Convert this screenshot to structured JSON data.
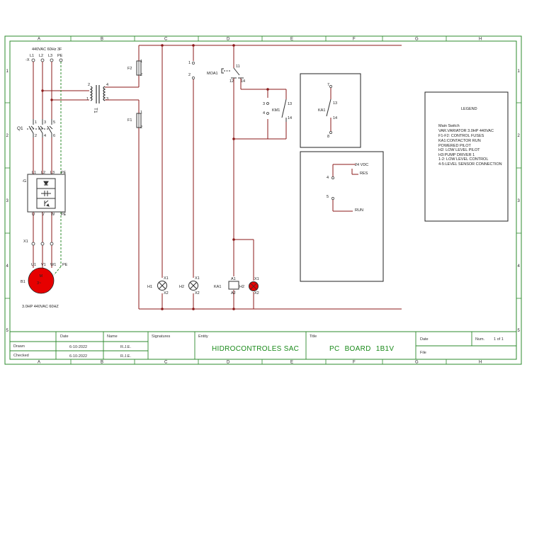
{
  "grid": {
    "columns": [
      "A",
      "B",
      "C",
      "D",
      "E",
      "F",
      "G",
      "H"
    ],
    "rows": [
      "1",
      "2",
      "3",
      "4",
      "5"
    ]
  },
  "supply": {
    "title": "440VAC 60Hz 3F",
    "terminal_x": "-X",
    "phases": [
      "L1",
      "L2",
      "L3",
      "PE"
    ]
  },
  "transformer": {
    "tag": "T1",
    "pins": [
      "2",
      "4",
      "1",
      "3"
    ]
  },
  "fuses": [
    {
      "tag": "F2",
      "top_pin": "1",
      "bottom_pin": "2"
    },
    {
      "tag": "F1",
      "top_pin": "1",
      "bottom_pin": "2"
    }
  ],
  "breaker": {
    "tag": "Q1",
    "top_pins": [
      "1",
      "3",
      "5"
    ],
    "bottom_pins": [
      "2",
      "4",
      "6"
    ]
  },
  "drive": {
    "tag": "-G",
    "in_terms": [
      "L1",
      "L2",
      "L3",
      "PE"
    ],
    "out_terms": [
      "U",
      "V",
      "W",
      "PE"
    ]
  },
  "motor_terminals": {
    "tag": "X1",
    "terms": [
      "U1",
      "V1",
      "W1",
      "PE"
    ]
  },
  "motor": {
    "tag": "B1",
    "symbol": "M",
    "phase_symbol": "3~",
    "rating": "3.0HP 440VAC 60HZ"
  },
  "switch_contacts": {
    "pin1": "1",
    "pin2": "2"
  },
  "selector": {
    "tag": "MOA1",
    "pins": [
      "11",
      "12",
      "14"
    ]
  },
  "km1": {
    "tag": "KM1",
    "pins": [
      "3",
      "4",
      "13",
      "14"
    ]
  },
  "lamps": [
    {
      "tag": "H1",
      "x1": "X1",
      "x2": "X2"
    },
    {
      "tag": "H2",
      "x1": "X1",
      "x2": "X2"
    }
  ],
  "coil": {
    "tag": "KA1",
    "a1": "A1",
    "a2": "A2"
  },
  "pilot_h2": {
    "tag": "H2",
    "x1": "X1",
    "x2": "X2"
  },
  "ka1_box": {
    "tag": "KA1",
    "pins": [
      "7",
      "13",
      "14",
      "8"
    ]
  },
  "vdc_box": {
    "supply": "24 VDC",
    "pins": [
      "4",
      "5"
    ],
    "res": "RES",
    "run": "RUN"
  },
  "legend": {
    "title": "LEGEND",
    "lines": [
      "Main Switch",
      "VAR.VARIATOR 3.0HP 440VAC",
      "F1-F2: CONTROL FUSES",
      "KA1:CONTACTOR RUN",
      "POWERED PILOT",
      "H2: LOW LEVEL PILOT",
      "H3:PUMP DRIVER 1",
      "1-2: LOW LEVEL CONTROL",
      "4-5:LEVEL SENSOR CONNECTION"
    ]
  },
  "title_block": {
    "date_header": "Date",
    "name_header": "Name",
    "signatures_header": "Signatures",
    "entity_header": "Entity",
    "title_header": "Title",
    "drawn_label": "Drawn",
    "checked_label": "Checked",
    "drawn_date": "6-10-2022",
    "drawn_name": "R.J.E.",
    "checked_date": "6-10-2022",
    "checked_name": "R.J.E.",
    "entity": "HIDROCONTROLES SAC",
    "title": "PC BOARD 1B1V",
    "date_label": "Date",
    "file_label": "File",
    "num_label": "Num.",
    "sheet": "1 of 1"
  },
  "colors": {
    "frame": "#2e8b2e",
    "wire": "#8b1a1a",
    "device": "#333333",
    "pe": "#2e8b2e",
    "lamp_red": "#e60000"
  }
}
